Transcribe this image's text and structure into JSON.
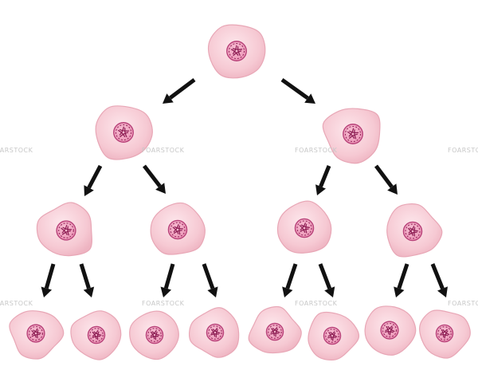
{
  "diagram": {
    "kind": "cell-division-tree",
    "levels": [
      1,
      2,
      4,
      8
    ],
    "colors": {
      "cell_fill": "#f7cdd6",
      "cell_edge": "#e8a7b6",
      "nucleus_fill": "#f1a8c2",
      "nucleus_edge": "#b84279",
      "chromatin": "#8f1f55",
      "arrow": "#111111"
    }
  },
  "watermark": {
    "text": "FOARSTOCK"
  }
}
